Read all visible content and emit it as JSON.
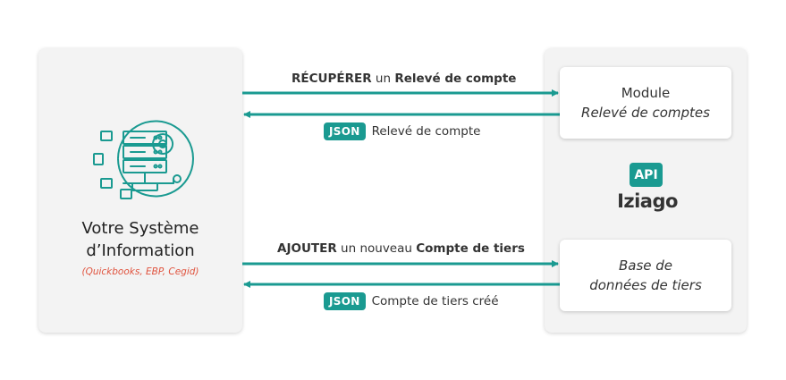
{
  "colors": {
    "accent": "#1a9a91",
    "subtitle": "#e0533e",
    "panel": "#f3f3f3"
  },
  "system": {
    "icon": "server-gear-icon",
    "title_line1": "Votre Système",
    "title_line2": "d’Information",
    "subtitle": "(Quickbooks, EBP, Cegid)"
  },
  "flows": {
    "f1": {
      "verb": "RÉCUPÉRER",
      "middle": " un ",
      "object": "Relevé de compte"
    },
    "f2": {
      "badge": "JSON",
      "text": "Relevé de compte"
    },
    "f3": {
      "verb": "AJOUTER",
      "middle": " un nouveau ",
      "object": "Compte de tiers"
    },
    "f4": {
      "badge": "JSON",
      "text": "Compte de tiers créé"
    }
  },
  "module": {
    "line1": "Module",
    "line2": "Relevé de comptes"
  },
  "api": {
    "badge": "API",
    "brand": "Iziago"
  },
  "base": {
    "line1": "Base de",
    "line2": "données de tiers"
  }
}
